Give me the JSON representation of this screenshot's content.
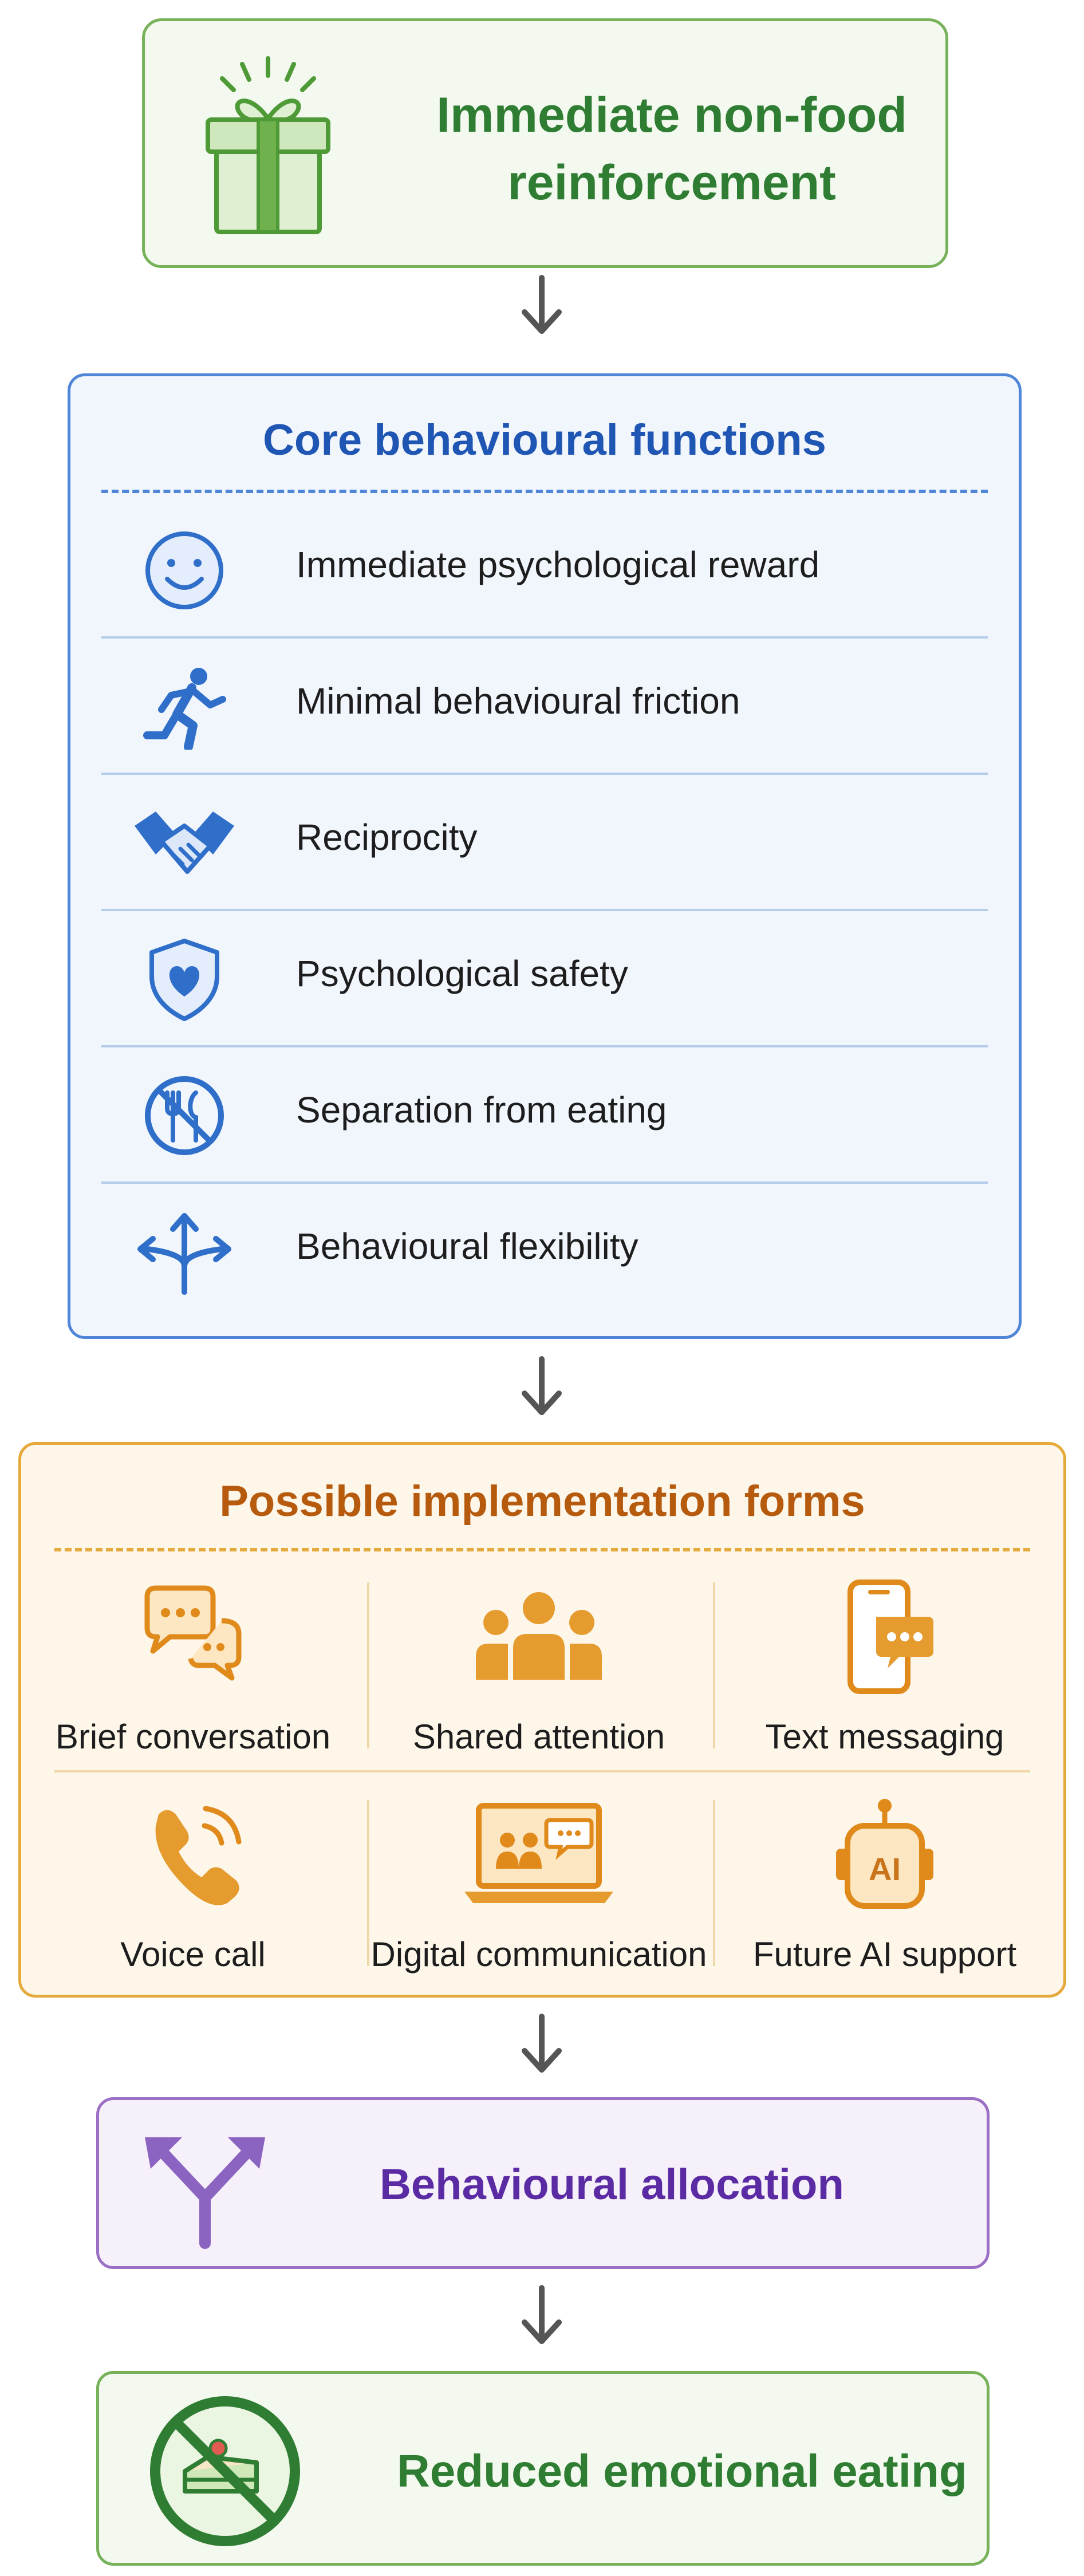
{
  "top": {
    "title": "Immediate non-food reinforcement",
    "icon": "gift-icon"
  },
  "core": {
    "title": "Core behavioural functions",
    "items": [
      {
        "label": "Immediate psychological reward",
        "icon": "smiley-icon"
      },
      {
        "label": "Minimal behavioural friction",
        "icon": "running-person-icon"
      },
      {
        "label": "Reciprocity",
        "icon": "handshake-icon"
      },
      {
        "label": "Psychological safety",
        "icon": "shield-heart-icon"
      },
      {
        "label": "Separation from eating",
        "icon": "no-eating-icon"
      },
      {
        "label": "Behavioural flexibility",
        "icon": "branching-arrows-icon"
      }
    ]
  },
  "forms": {
    "title": "Possible implementation forms",
    "items": [
      {
        "label": "Brief conversation",
        "icon": "chat-bubbles-icon"
      },
      {
        "label": "Shared attention",
        "icon": "group-icon"
      },
      {
        "label": "Text messaging",
        "icon": "phone-message-icon"
      },
      {
        "label": "Voice call",
        "icon": "phone-call-icon"
      },
      {
        "label": "Digital communication",
        "icon": "laptop-video-icon"
      },
      {
        "label": "Future AI support",
        "icon": "ai-robot-icon"
      }
    ]
  },
  "allocation": {
    "title": "Behavioural allocation",
    "icon": "split-arrows-icon"
  },
  "outcome": {
    "title": "Reduced emotional eating",
    "icon": "no-cake-icon"
  },
  "colors": {
    "green": "#77b25a",
    "blue": "#4f86d8",
    "orange": "#e5a93c",
    "purple": "#9b6fc4",
    "arrow": "#555555"
  }
}
